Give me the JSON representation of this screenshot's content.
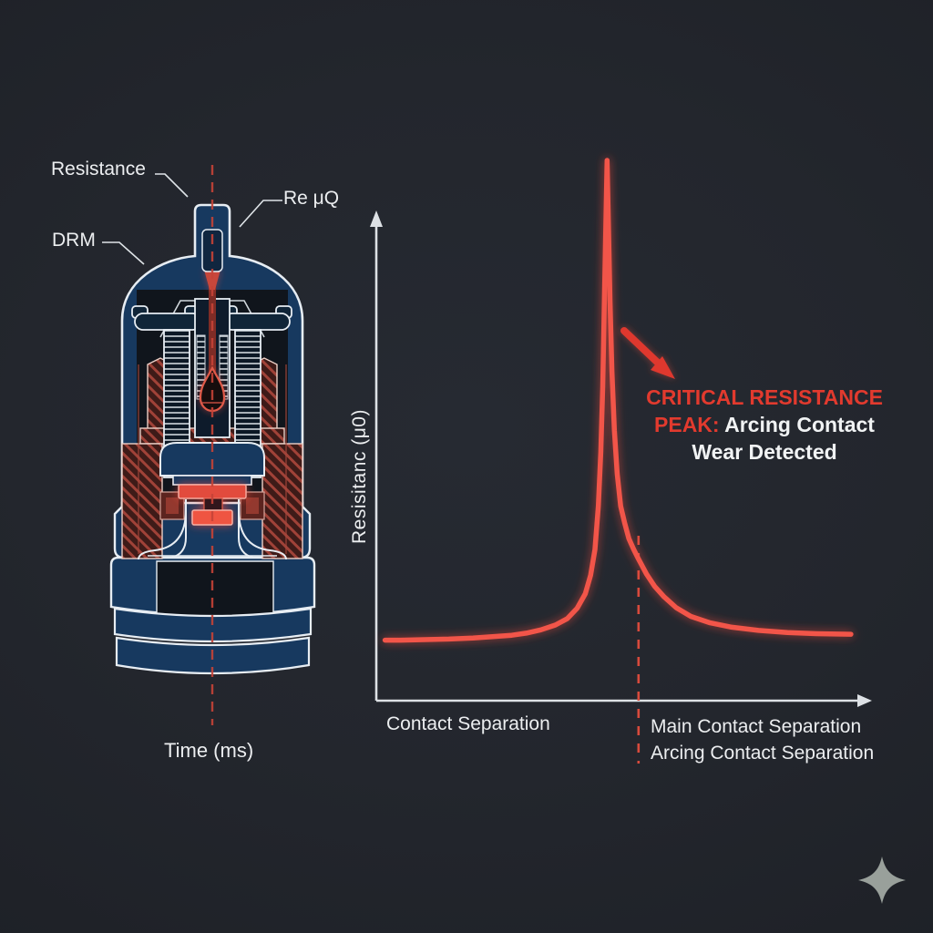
{
  "canvas": {
    "background": "#23262d"
  },
  "left_figure": {
    "description": "cross-section diagram of a vacuum interrupter / circuit breaker pole",
    "labels": {
      "resistance": "Resistance",
      "re": "Re μQ",
      "drm": "DRM",
      "xlabel": "Time (ms)"
    },
    "colors": {
      "body_blue": "#17395f",
      "outline_white": "#e7edf3",
      "hatch_red": "#a04238",
      "contact_red": "#e24b3d",
      "centerline_red": "#c64337"
    }
  },
  "chart": {
    "ylabel": "Resisitanc (μ0)",
    "x_labels": {
      "left": "Contact Separation",
      "right_line1": "Main Contact Separation",
      "right_line2": "Arcing Contact Separation"
    },
    "annotation": {
      "line1_red": "CRITICAL RESISTANCE",
      "line2_red": "PEAK:",
      "line2_white": " Arcing Contact",
      "line3_white": "Wear Detected"
    },
    "colors": {
      "curve": "#f25548",
      "axis": "#dde1e5",
      "annotation_red": "#e23a2e",
      "text": "#eceef0",
      "dashed_marker": "#d84a3c",
      "arrow_red": "#df382d"
    }
  },
  "chart_data": {
    "type": "line",
    "title": "",
    "xlabel": "Contact Separation",
    "ylabel": "Resisitanc (μ0)",
    "x_axis_region_labels": [
      "Contact Separation",
      "Main Contact Separation",
      "Arcing Contact Separation"
    ],
    "annotation_text": "CRITICAL RESISTANCE PEAK: Arcing Contact Wear Detected",
    "axes_numeric_ticks": "none (schematic curve, unlabeled axes)",
    "peak_x_fraction": 0.477,
    "dashed_marker_x_fraction": 0.542,
    "series": [
      {
        "name": "dynamic-resistance-curve",
        "x_fraction": [
          0.018,
          0.05,
          0.1,
          0.15,
          0.2,
          0.25,
          0.28,
          0.31,
          0.34,
          0.37,
          0.395,
          0.415,
          0.432,
          0.443,
          0.452,
          0.459,
          0.464,
          0.468,
          0.471,
          0.474,
          0.477,
          0.48,
          0.483,
          0.487,
          0.492,
          0.498,
          0.505,
          0.513,
          0.522,
          0.532,
          0.542,
          0.558,
          0.575,
          0.595,
          0.62,
          0.65,
          0.69,
          0.735,
          0.79,
          0.85,
          0.91,
          0.981
        ],
        "y_normalized": [
          0.112,
          0.112,
          0.113,
          0.114,
          0.116,
          0.119,
          0.121,
          0.125,
          0.131,
          0.14,
          0.152,
          0.171,
          0.198,
          0.232,
          0.28,
          0.36,
          0.46,
          0.58,
          0.72,
          0.86,
          1.0,
          0.87,
          0.74,
          0.61,
          0.5,
          0.42,
          0.36,
          0.33,
          0.3,
          0.28,
          0.262,
          0.235,
          0.212,
          0.192,
          0.172,
          0.156,
          0.144,
          0.136,
          0.13,
          0.126,
          0.124,
          0.123
        ]
      }
    ]
  },
  "decor": {
    "star_icon": "four-point-sparkle",
    "star_color": "#99a09b"
  }
}
